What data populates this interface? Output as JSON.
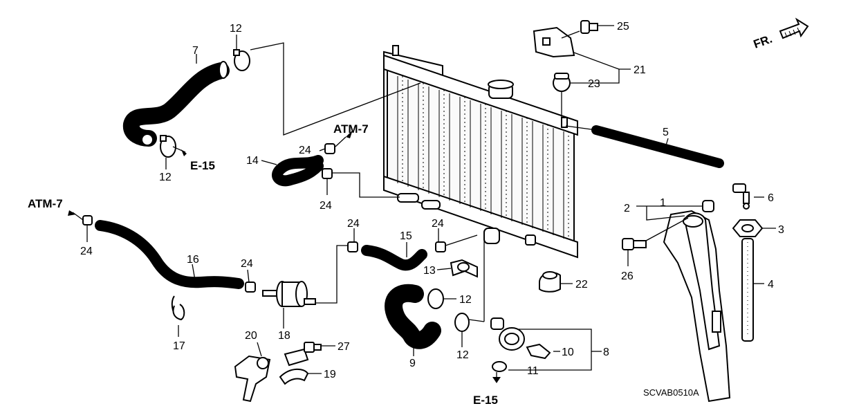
{
  "diagram_code": "SCVAB0510A",
  "front_indicator": "FR.",
  "references": {
    "atm7_top": "ATM-7",
    "atm7_left": "ATM-7",
    "e15_top": "E-15",
    "e15_bottom": "E-15"
  },
  "callouts": {
    "c1": "1",
    "c2": "2",
    "c3": "3",
    "c4": "4",
    "c5": "5",
    "c6": "6",
    "c7": "7",
    "c8": "8",
    "c9": "9",
    "c10": "10",
    "c11": "11",
    "c12a": "12",
    "c12b": "12",
    "c12c": "12",
    "c12d": "12",
    "c13": "13",
    "c14": "14",
    "c15": "15",
    "c16": "16",
    "c17": "17",
    "c18": "18",
    "c19": "19",
    "c20": "20",
    "c21": "21",
    "c22": "22",
    "c23": "23",
    "c24a": "24",
    "c24b": "24",
    "c24c": "24",
    "c24d": "24",
    "c24e": "24",
    "c24f": "24",
    "c25": "25",
    "c26": "26",
    "c27": "27"
  }
}
